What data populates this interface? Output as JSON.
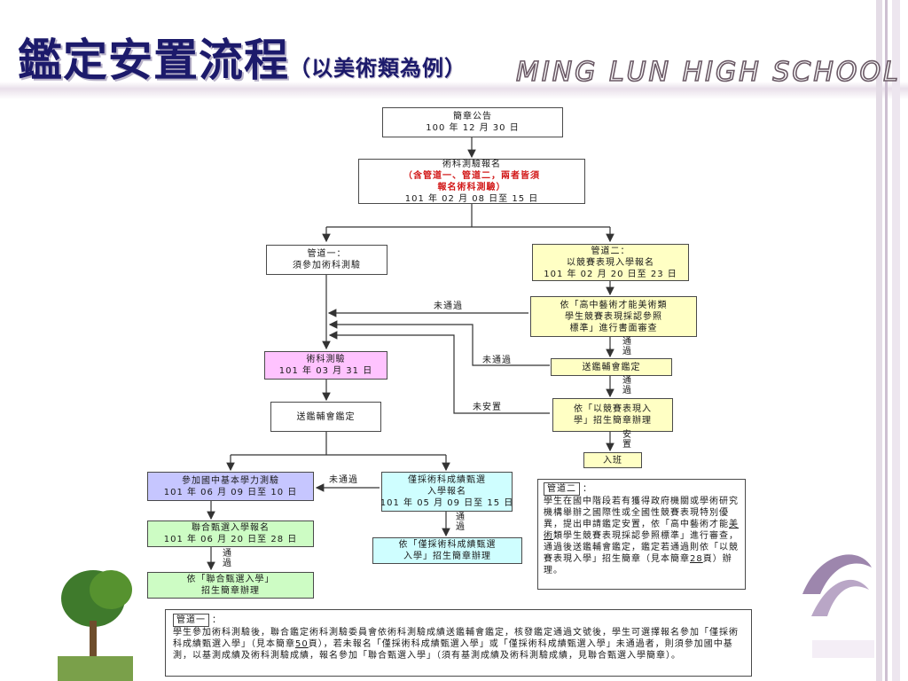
{
  "header": {
    "title_main": "鑑定安置流程",
    "title_sub": "（以美術類為例）",
    "school_name": "MING LUN HIGH SCHOOL"
  },
  "flow": {
    "announce": {
      "line1": "簡章公告",
      "line2": "100 年 12 月 30 日"
    },
    "register": {
      "line1": "術科測驗報名",
      "line2": "（含管道一、管道二，兩者皆須",
      "line3": "報名術科測驗）",
      "line4": "101 年 02 月 08 日至 15 日"
    },
    "channel1": {
      "line1": "管道一：",
      "line2": "須參加術科測驗"
    },
    "channel2": {
      "line1": "管道二：",
      "line2": "以競賽表現入學報名",
      "line3": "101 年 02 月 20 日至 23 日"
    },
    "review": {
      "line1": "依「高中藝術才能美術類",
      "line2": "學生競賽表現採認參照",
      "line3": "標準」進行書面審查"
    },
    "exam": {
      "line1": "術科測驗",
      "line2": "101 年 03 月 31 日"
    },
    "assess_right": {
      "line1": "送鑑輔會鑑定"
    },
    "place_right": {
      "line1": "依「以競賽表現入",
      "line2": "學」招生簡章辦理"
    },
    "enroll": {
      "line1": "入班"
    },
    "assess_left": {
      "line1": "送鑑輔會鑑定"
    },
    "basic_test": {
      "line1": "參加國中基本學力測驗",
      "line2": "101 年 06 月 09 日至 10 日"
    },
    "select_reg": {
      "line1": "僅採術科成績甄選",
      "line2": "入學報名",
      "line3": "101 年 05 月 09 日至 15 日"
    },
    "joint_reg": {
      "line1": "聯合甄選入學報名",
      "line2": "101 年 06 月 20 日至 28 日"
    },
    "select_admit": {
      "line1": "依「僅採術科成績甄選",
      "line2": "入學」招生簡章辦理"
    },
    "joint_admit": {
      "line1": "依「聯合甄選入學」",
      "line2": "招生簡章辦理"
    }
  },
  "labels": {
    "fail1": "未通過",
    "fail2": "未通過",
    "unplaced": "未安置",
    "fail3": "未通過",
    "pass1": "通過",
    "pass2": "通過",
    "placed": "安置",
    "pass3": "通過",
    "pass4": "通過"
  },
  "notes": {
    "channel2": {
      "tag": "管道二",
      "colon": "：",
      "pre": "學生在國中階段若有獲得政府機關或學術研究機構舉辦之國際性或全國性競賽表現特別優異，提出申請鑑定安置，依「高中藝術才能",
      "u1": "美術",
      "mid": "類學生競賽表現採認參照標準」進行審查，通過後送鑑輔會鑑定，鑑定若通過則依「以競賽表現入學」招生簡章（見本簡章",
      "u2": "28",
      "post": "頁）辦理。"
    },
    "channel1": {
      "tag": "管道一",
      "colon": "：",
      "pre": "學生參加術科測驗後，聯合鑑定術科測驗委員會依術科測驗成績送鑑輔會鑑定，核發鑑定通過文號後，學生可選擇報名參加「僅採術科成績甄選入學」（見本簡章",
      "u1": "50",
      "post": "頁），若未報名「僅採術科成績甄選入學」或「僅採術科成績甄選入學」未通過者，則須參加國中基測，以基測成績及術科測驗成績，報名參加「聯合甄選入學」（須有基測成績及術科測驗成績，見聯合甄選入學簡章）。"
    }
  },
  "colors": {
    "title": "#1c1a6b",
    "yellow": "#ffffc4",
    "pink": "#ffc3ff",
    "lavender": "#c6c6ff",
    "green": "#cdfcc4",
    "cyan": "#cffeff",
    "decor_purple": "#8b6f9b"
  }
}
